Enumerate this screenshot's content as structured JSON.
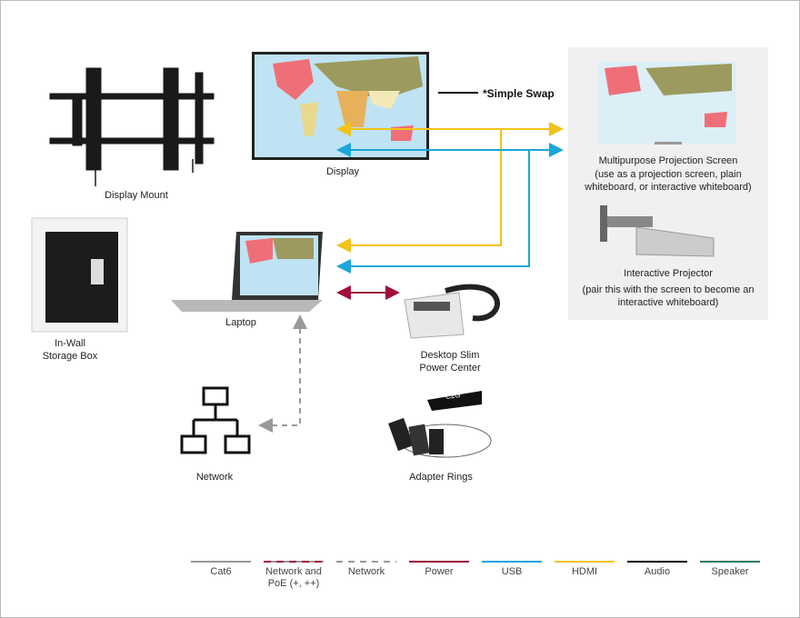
{
  "devices": {
    "display": "Display",
    "display_mount": "Display Mount",
    "simple_swap": "*Simple Swap",
    "projection_screen": "Multipurpose Projection Screen",
    "projection_screen_note": "(use as a projection screen, plain whiteboard, or interactive whiteboard)",
    "projector": "Interactive Projector",
    "projector_note": "(pair this with the screen to become an interactive whiteboard)",
    "storage_box": "In-Wall Storage Box",
    "laptop": "Laptop",
    "power_center": "Desktop Slim Power Center",
    "network": "Network",
    "adapter_rings": "Adapter Rings",
    "adapter_brand": "C2G"
  },
  "legend": [
    {
      "label": "Cat6",
      "color": "#999999",
      "style": "solid"
    },
    {
      "label": "Network and PoE (+, ++)",
      "color": "#a0103c",
      "style": "poe"
    },
    {
      "label": "Network",
      "color": "#999999",
      "style": "dashed"
    },
    {
      "label": "Power",
      "color": "#a0103c",
      "style": "solid"
    },
    {
      "label": "USB",
      "color": "#1ba6d9",
      "style": "solid"
    },
    {
      "label": "HDMI",
      "color": "#f2c318",
      "style": "solid"
    },
    {
      "label": "Audio",
      "color": "#000000",
      "style": "solid"
    },
    {
      "label": "Speaker",
      "color": "#2e7d5b",
      "style": "solid"
    }
  ]
}
